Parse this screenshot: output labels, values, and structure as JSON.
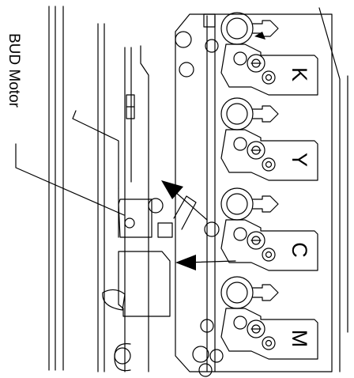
{
  "callout": {
    "label": "BUD Motor"
  },
  "slots": [
    {
      "id": "k",
      "letter": "K"
    },
    {
      "id": "y",
      "letter": "Y"
    },
    {
      "id": "c",
      "letter": "C"
    },
    {
      "id": "m",
      "letter": "M"
    }
  ]
}
